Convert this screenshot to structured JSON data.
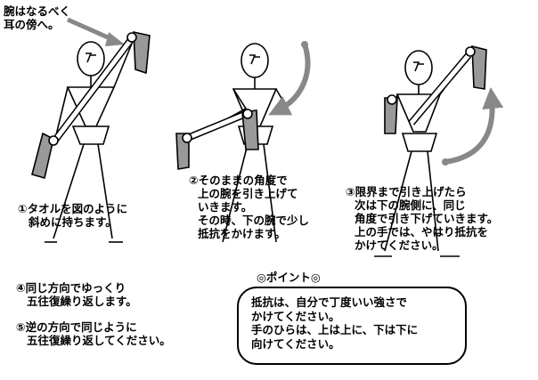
{
  "note_top": [
    "腕はなるべく",
    "耳の傍へ。"
  ],
  "step1": [
    "①タオルを図のように",
    "斜めに持ちます。"
  ],
  "step2": [
    "②そのままの角度で",
    "上の腕を引き上げて",
    "いきます。",
    "その時、下の腕で少し",
    "抵抗をかけます。"
  ],
  "step3": [
    "③限界まで引き上げたら",
    "次は下の腕側に、同じ",
    "角度で引き下げていきます。",
    "上の手では、やはり抵抗を",
    "かけてください。"
  ],
  "step4": [
    "④同じ方向でゆっくり",
    "五往復繰り返します。"
  ],
  "step5": [
    "⑤逆の方向で同じように",
    "五往復繰り返してください。"
  ],
  "point_title": "◎ポイント◎",
  "point_text": [
    "抵抗は、自分で丁度いい強さで",
    "かけてください。",
    "手のひらは、上は上に、下は下に",
    "向けてください。"
  ],
  "colors": {
    "arrow": "#888888",
    "towel": "#999999",
    "line": "#000000"
  }
}
